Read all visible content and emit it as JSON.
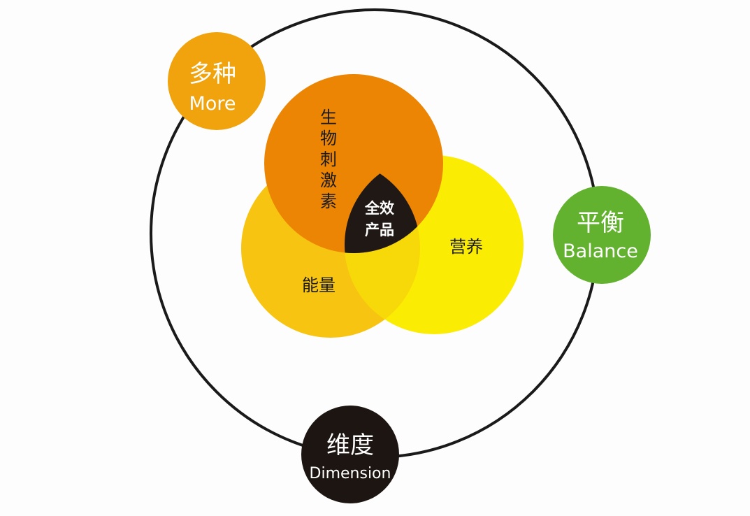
{
  "colors": {
    "outer_ring": "#1a1a1a",
    "more": "#f0a30c",
    "balance": "#62b22f",
    "dimension": "#1c1512",
    "biostimulant": "#ec8404",
    "energy": "#f7c412",
    "nutrition": "#fbec04",
    "core": "#1f1814"
  },
  "badges": {
    "more": {
      "cn": "多种",
      "en": "More"
    },
    "balance": {
      "cn": "平衡",
      "en": "Balance"
    },
    "dimension": {
      "cn": "维度",
      "en": "Dimension"
    }
  },
  "venn": {
    "biostimulant": [
      "生",
      "物",
      "刺",
      "激",
      "素"
    ],
    "energy": "能量",
    "nutrition": "营养",
    "core": [
      "全效",
      "产品"
    ]
  }
}
